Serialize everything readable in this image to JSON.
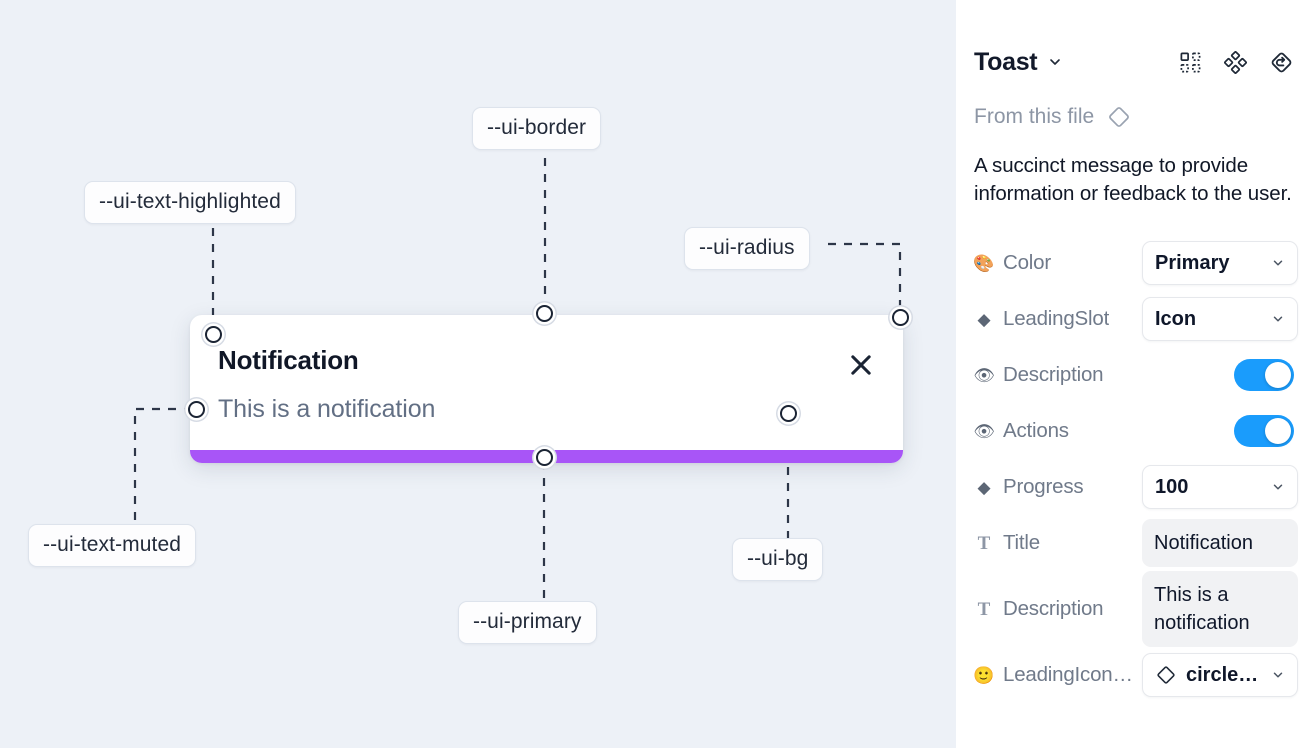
{
  "canvas": {
    "background_color": "#edf1f7",
    "labels": [
      {
        "id": "ui-text-highlighted",
        "text": "--ui-text-highlighted"
      },
      {
        "id": "ui-border",
        "text": "--ui-border"
      },
      {
        "id": "ui-radius",
        "text": "--ui-radius"
      },
      {
        "id": "ui-text-muted",
        "text": "--ui-text-muted"
      },
      {
        "id": "ui-primary",
        "text": "--ui-primary"
      },
      {
        "id": "ui-bg",
        "text": "--ui-bg"
      }
    ]
  },
  "toast": {
    "title": "Notification",
    "description": "This is a notification",
    "close_icon": "close-x-icon",
    "progress_color": "#a855f7",
    "progress_value": 100
  },
  "panel": {
    "component_name": "Toast",
    "caret_icon": "chevron-down-icon",
    "header_icons": [
      {
        "name": "component-set-icon"
      },
      {
        "name": "variants-cluster-icon"
      },
      {
        "name": "reset-instance-icon"
      }
    ],
    "source": {
      "label": "From this file",
      "icon": "diamond-icon"
    },
    "description": "A succinct message to provide information or feedback to the user.",
    "properties": [
      {
        "name": "Color",
        "icon": "palette-emoji",
        "icon_glyph": "🎨",
        "type": "select",
        "value": "Primary"
      },
      {
        "name": "LeadingSlot",
        "icon": "diamond-solid-icon",
        "icon_glyph": "◆",
        "type": "select",
        "value": "Icon"
      },
      {
        "name": "Description",
        "icon": "eye-emoji",
        "icon_glyph": "👁",
        "type": "toggle",
        "value": "on"
      },
      {
        "name": "Actions",
        "icon": "eye-emoji",
        "icon_glyph": "👁",
        "type": "toggle",
        "value": "on"
      },
      {
        "name": "Progress",
        "icon": "diamond-solid-icon",
        "icon_glyph": "◆",
        "type": "select",
        "value": "100"
      },
      {
        "name": "Title",
        "icon": "text-t-icon",
        "icon_glyph": "T",
        "type": "text",
        "value": "Notification"
      },
      {
        "name": "Description",
        "icon": "text-t-icon",
        "icon_glyph": "T",
        "type": "text",
        "value": "This is a notification"
      },
      {
        "name": "LeadingIcon…",
        "icon": "smiley-emoji",
        "icon_glyph": "🙂",
        "type": "icon-select",
        "value": "circle…"
      }
    ],
    "toggle_on_color": "#1a9cfc"
  }
}
